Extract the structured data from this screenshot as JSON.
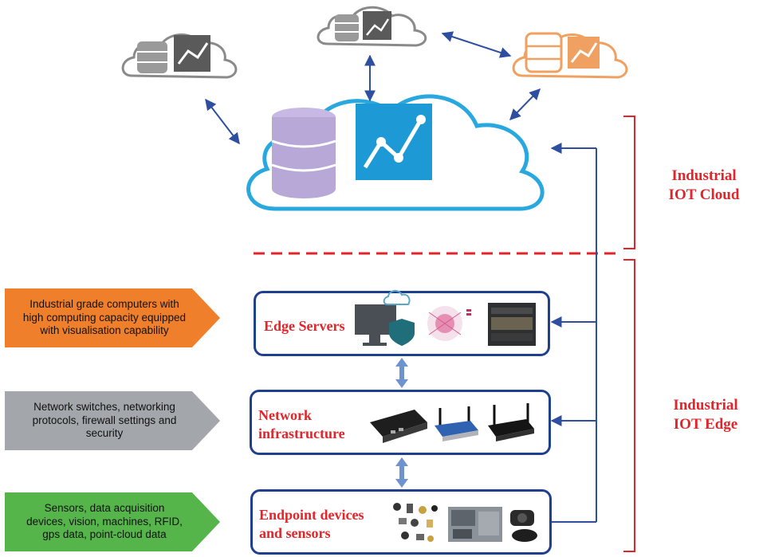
{
  "cloud_section_label": {
    "line1": "Industrial",
    "line2": "IOT Cloud"
  },
  "edge_section_label": {
    "line1": "Industrial",
    "line2": "IOT Edge"
  },
  "layers": [
    {
      "title_line1": "Edge Servers",
      "title_line2": "",
      "description_lines": [
        "Industrial grade computers with",
        "high computing capacity equipped",
        "with visualisation capability"
      ],
      "callout_color": "#f07f2c"
    },
    {
      "title_line1": "Network",
      "title_line2": "infrastructure",
      "description_lines": [
        "Network switches, networking",
        "protocols, firewall settings and",
        "security"
      ],
      "callout_color": "#a3a6ab"
    },
    {
      "title_line1": "Endpoint devices",
      "title_line2": "and sensors",
      "description_lines": [
        "Sensors, data acquisition",
        "devices, vision, machines, RFID,",
        "gps data, point-cloud data"
      ],
      "callout_color": "#55b54a"
    }
  ],
  "colors": {
    "box_border": "#1f3f8f",
    "arrow": "#2e4f9f",
    "section_red": "#e0262b",
    "main_cloud": "#29a8e0",
    "gray_cloud": "#8a8a8a",
    "orange_cloud": "#f0a060",
    "db_purple": "#b8a8d8",
    "link_arrow": "#6f93cf"
  },
  "icons": [
    "database-icon",
    "line-chart-icon",
    "cloud-icon",
    "monitor-icon",
    "shield-icon",
    "server-rack-icon",
    "network-switch-icon",
    "router-icon",
    "sensor-icon",
    "machine-icon"
  ]
}
